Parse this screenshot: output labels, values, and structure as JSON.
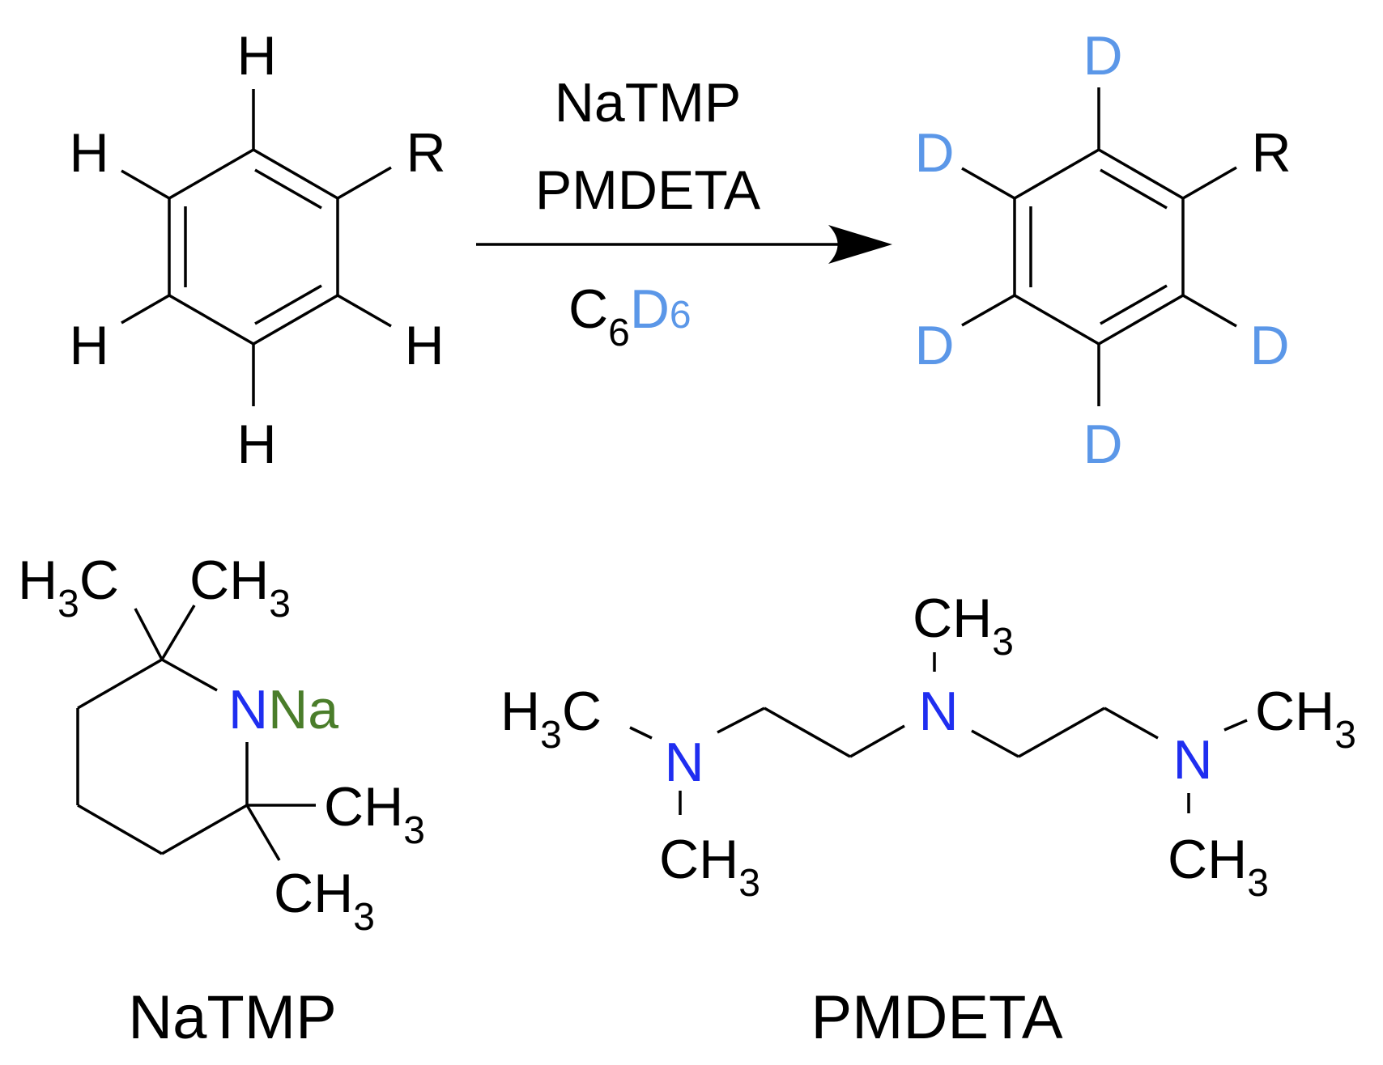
{
  "colors": {
    "black": "#000000",
    "deuterium": "#5b97e8",
    "nitrogen": "#1f2ef0",
    "sodium": "#4a7d2a"
  },
  "reaction": {
    "reagent_1": "NaTMP",
    "reagent_2": "PMDETA",
    "solvent_c": "C",
    "solvent_c_count": "6",
    "solvent_d": "D",
    "solvent_d_count": "6"
  },
  "reactant": {
    "substituent": "R",
    "hydrogen": "H"
  },
  "product": {
    "substituent": "R",
    "deuterium": "D"
  },
  "natmp": {
    "h3c_h": "H",
    "h3c_3": "3",
    "h3c_c": "C",
    "ch3": "CH",
    "ch3_3": "3",
    "nitrogen": "N",
    "sodium": "Na",
    "caption": "NaTMP"
  },
  "pmdeta": {
    "h3c_h": "H",
    "h3c_3": "3",
    "h3c_c": "C",
    "ch3": "CH",
    "ch3_3": "3",
    "nitrogen": "N",
    "caption": "PMDETA"
  }
}
